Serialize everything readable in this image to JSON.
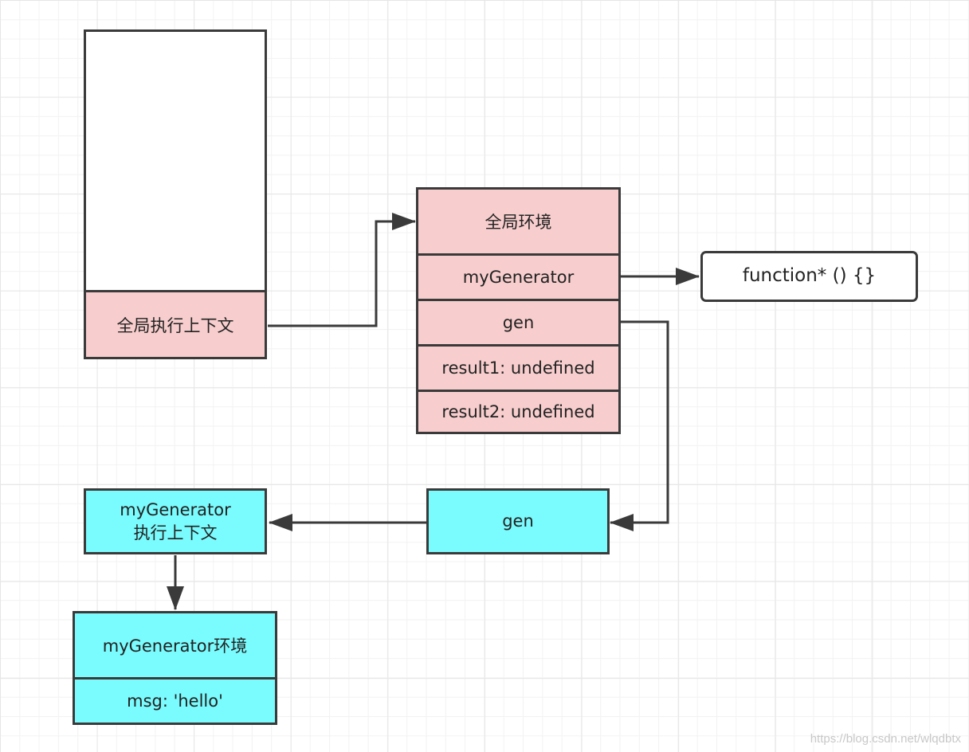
{
  "call_stack": {
    "global_context_label": "全局执行上下文"
  },
  "global_env": {
    "title": "全局环境",
    "rows": [
      "myGenerator",
      "gen",
      "result1: undefined",
      "result2: undefined"
    ]
  },
  "function_box": {
    "label": "function* () {}"
  },
  "gen_object": {
    "label": "gen"
  },
  "generator_context": {
    "label_line1": "myGenerator",
    "label_line2": "执行上下文"
  },
  "generator_env": {
    "title": "myGenerator环境",
    "rows": [
      "msg: 'hello'"
    ]
  },
  "watermark": "https://blog.csdn.net/wlqdbtx",
  "colors": {
    "pink": "#f7cdcd",
    "cyan": "#7afbfd",
    "border": "#3a3a3a"
  }
}
